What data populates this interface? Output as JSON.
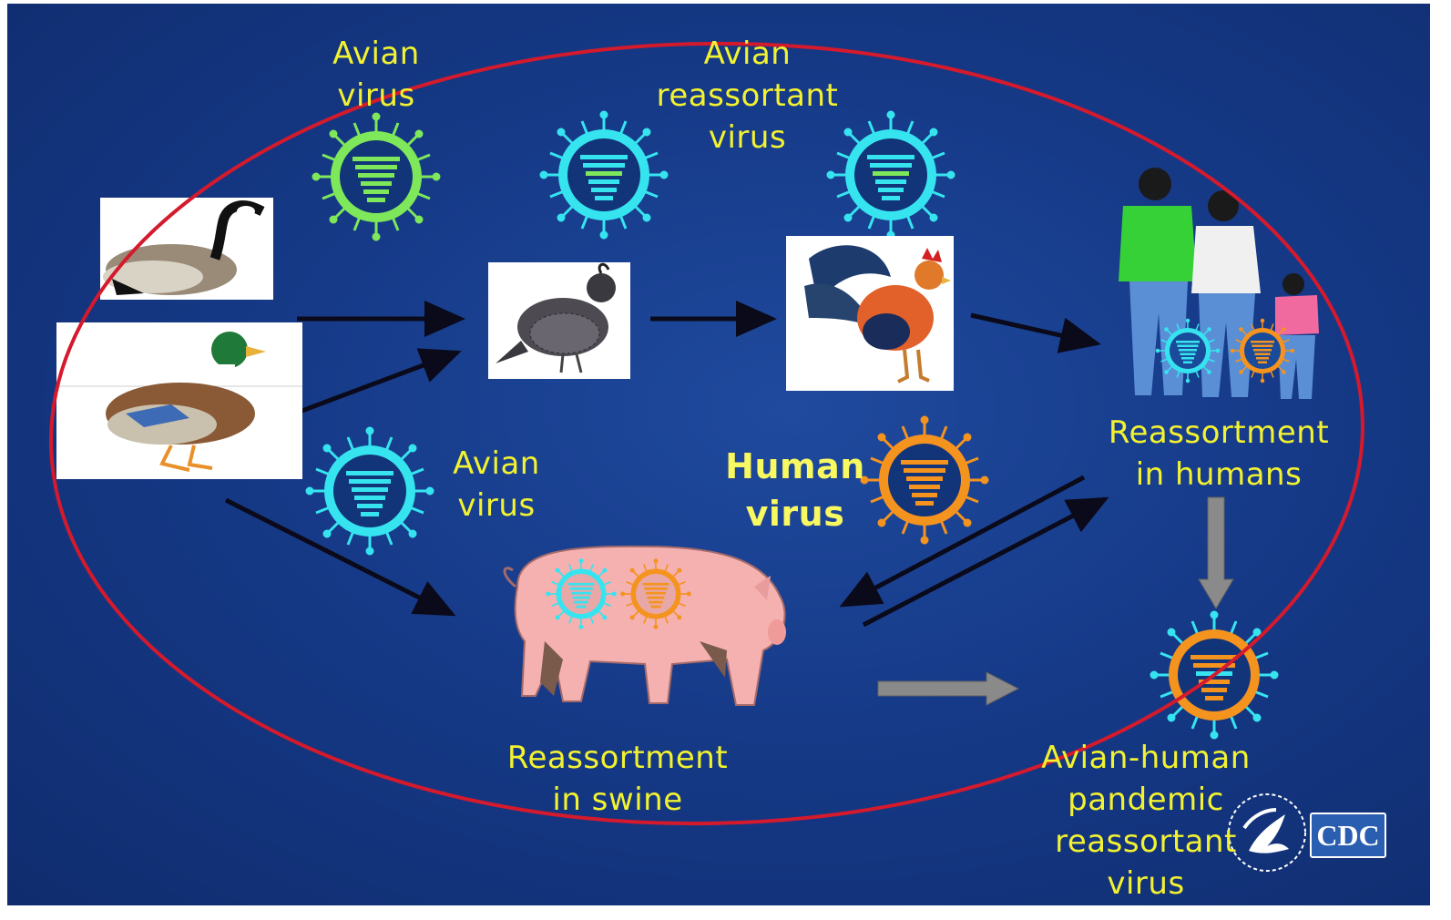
{
  "labels": {
    "avian_virus_top": "Avian\nvirus",
    "avian_reassortant": "Avian\nreassortant\nvirus",
    "avian_virus_mid": "Avian\nvirus",
    "human_virus": "Human\nvirus",
    "reassortment_humans": "Reassortment\nin humans",
    "reassortment_swine": "Reassortment\nin swine",
    "pandemic": "Avian-human\npandemic\nreassortant\nvirus"
  },
  "logo": {
    "text": "CDC"
  },
  "colors": {
    "avian_virus": "#7ee85a",
    "avian_reassortant_virus": "#36e4f0",
    "human_virus": "#f5931f",
    "label": "#f2f230",
    "ellipse": "#d41a2c",
    "arrow": "#0a0a1a",
    "gray_arrow": "#8a8a8a"
  },
  "icons": [
    "goose-icon",
    "duck-icon",
    "quail-icon",
    "rooster-icon",
    "family-icon",
    "pig-icon",
    "hhs-eagle-icon"
  ]
}
